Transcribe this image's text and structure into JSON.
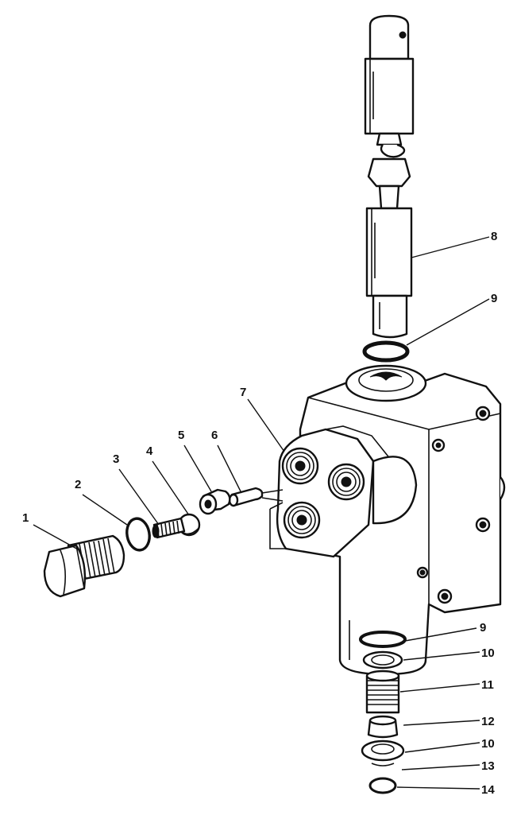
{
  "callouts": [
    {
      "id": "c1",
      "label": "1"
    },
    {
      "id": "c2",
      "label": "2"
    },
    {
      "id": "c3",
      "label": "3"
    },
    {
      "id": "c4",
      "label": "4"
    },
    {
      "id": "c5",
      "label": "5"
    },
    {
      "id": "c6",
      "label": "6"
    },
    {
      "id": "c7",
      "label": "7"
    },
    {
      "id": "c8",
      "label": "8"
    },
    {
      "id": "c9a",
      "label": "9"
    },
    {
      "id": "c9b",
      "label": "9"
    },
    {
      "id": "c10a",
      "label": "10"
    },
    {
      "id": "c11",
      "label": "11"
    },
    {
      "id": "c12",
      "label": "12"
    },
    {
      "id": "c10b",
      "label": "10"
    },
    {
      "id": "c13",
      "label": "13"
    },
    {
      "id": "c14",
      "label": "14"
    }
  ]
}
